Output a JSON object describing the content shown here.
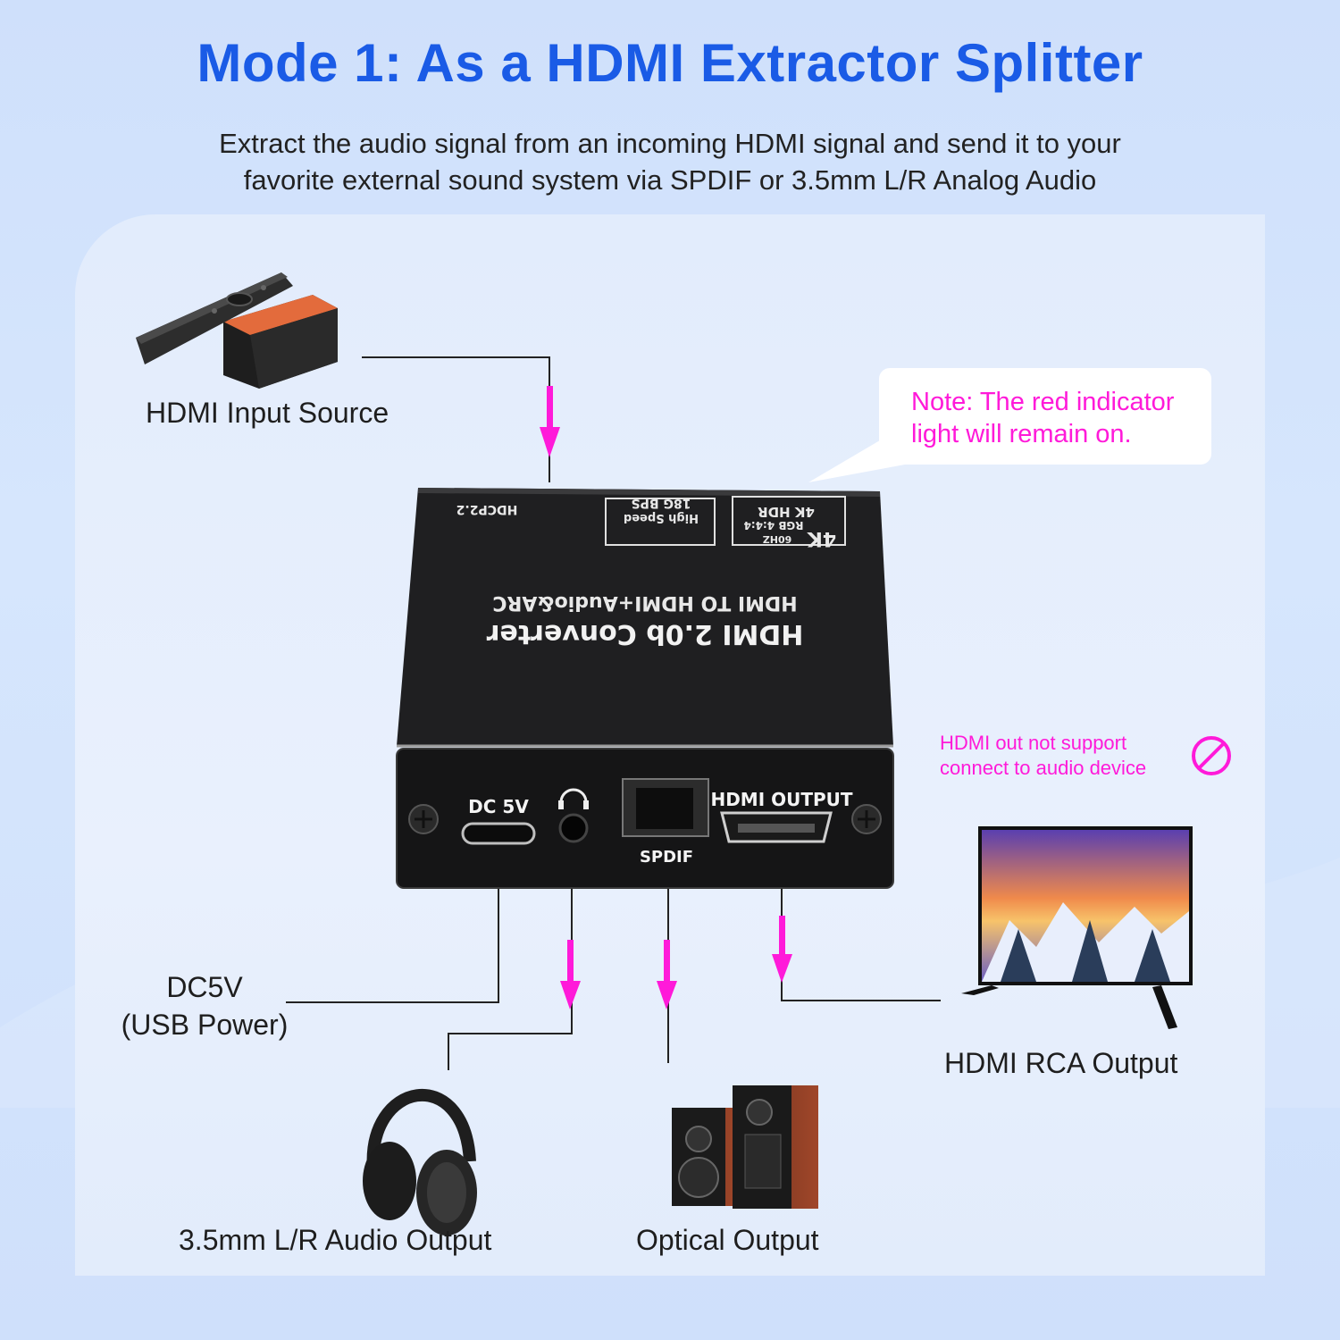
{
  "header": {
    "title": "Mode 1: As a HDMI Extractor Splitter",
    "subtitle_line1": "Extract the audio signal from an incoming HDMI signal and send it to your",
    "subtitle_line2": "favorite external sound system via SPDIF or 3.5mm L/R Analog Audio"
  },
  "note": {
    "line1": "Note: The red indicator",
    "line2": "light will remain on."
  },
  "warning": {
    "line1": "HDMI out not support",
    "line2": "connect to audio device",
    "icon": "prohibited-icon"
  },
  "labels": {
    "input_source": "HDMI Input Source",
    "dc_line1": "DC5V",
    "dc_line2": "(USB Power)",
    "tv_output": "HDMI RCA Output",
    "audio_output": "3.5mm L/R Audio Output",
    "optical_output": "Optical Output"
  },
  "device": {
    "top_title": "HDMI 2.0b Converter",
    "top_sub": "HDMI TO HDMI+Audio&ARC",
    "badge_hdcp": "HDCP2.2",
    "badge_speed_1": "High Speed",
    "badge_speed_2": "18G BPS",
    "badge_4k": "4K",
    "badge_hz": "60HZ",
    "badge_rgb": "RGB 4:4:4",
    "badge_hdr": "4K HDR",
    "port_dc": "DC 5V",
    "port_spdif": "SPDIF",
    "port_hdmi": "HDMI OUTPUT"
  },
  "colors": {
    "title": "#1a5be6",
    "accent_magenta": "#ff1ad9",
    "device_body": "#1c1c1e",
    "panel": "#e6eefc"
  }
}
